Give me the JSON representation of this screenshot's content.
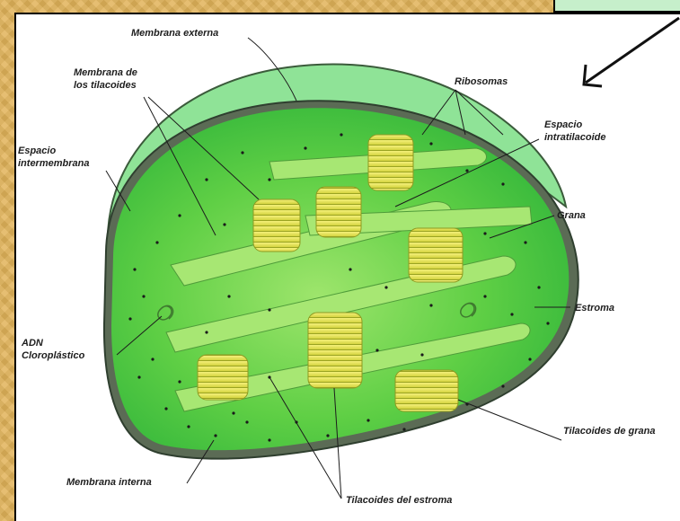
{
  "diagram": {
    "labels": {
      "membrana_externa": "Membrana externa",
      "membrana_tilacoides_1": "Membrana de",
      "membrana_tilacoides_2": "los tilacoides",
      "ribosomas": "Ribosomas",
      "espacio_intratilacoide_1": "Espacio",
      "espacio_intratilacoide_2": "intratilacoide",
      "espacio_intermembrana_1": "Espacio",
      "espacio_intermembrana_2": "intermembrana",
      "grana": "Grana",
      "estroma": "Estroma",
      "adn_1": "ADN",
      "adn_2": "Cloroplástico",
      "tilacoides_grana": "Tilacoides de grana",
      "membrana_interna": "Membrana interna",
      "tilacoides_estroma": "Tilacoides del estroma"
    },
    "colors": {
      "outer_membrane": "#8be08f",
      "inner_body": "#3cc03c",
      "stroma_light": "#8fe26a",
      "grana": "#ece85a",
      "edge": "#3b5b3b",
      "background": "#e2b45a"
    }
  }
}
